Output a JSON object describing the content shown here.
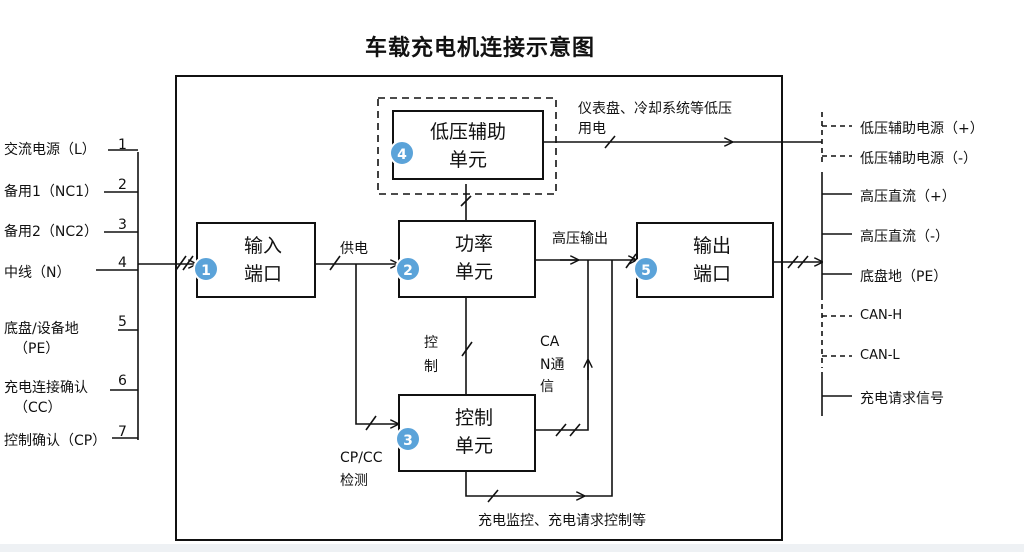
{
  "title": "车载充电机连接示意图",
  "left_pins": [
    {
      "label": "交流电源（L）",
      "num": "1"
    },
    {
      "label": "备用1（NC1）",
      "num": "2"
    },
    {
      "label": "备用2（NC2）",
      "num": "3"
    },
    {
      "label": "中线（N）",
      "num": "4"
    },
    {
      "label": "底盘/设备地",
      "label2": "（PE）",
      "num": "5"
    },
    {
      "label": "充电连接确认",
      "label2": "（CC）",
      "num": "6"
    },
    {
      "label": "控制确认（CP）",
      "num": "7"
    }
  ],
  "boxes": {
    "input": {
      "num": "1",
      "line1": "输入",
      "line2": "端口"
    },
    "power": {
      "num": "2",
      "line1": "功率",
      "line2": "单元"
    },
    "control": {
      "num": "3",
      "line1": "控制",
      "line2": "单元"
    },
    "lowvolt": {
      "num": "4",
      "line1": "低压辅助",
      "line2": "单元"
    },
    "output": {
      "num": "5",
      "line1": "输出",
      "line2": "端口"
    }
  },
  "labels": {
    "supply": "供电",
    "hv_out": "高压输出",
    "control_v1": "控",
    "control_v2": "制",
    "can1": "CA",
    "can2": "N通",
    "can3": "信",
    "cpcc1": "CP/CC",
    "cpcc2": "检测",
    "instrument1": "仪表盘、冷却系统等低压",
    "instrument2": "用电",
    "bottom": "充电监控、充电请求控制等"
  },
  "right_terms": [
    {
      "label": "低压辅助电源（+）",
      "style": "dashed"
    },
    {
      "label": "低压辅助电源（-）",
      "style": "dashed"
    },
    {
      "label": "高压直流（+）",
      "style": "solid"
    },
    {
      "label": "高压直流（-）",
      "style": "solid"
    },
    {
      "label": "底盘地（PE）",
      "style": "solid"
    },
    {
      "label": "CAN-H",
      "style": "dashed"
    },
    {
      "label": "CAN-L",
      "style": "dashed"
    },
    {
      "label": "充电请求信号",
      "style": "solid"
    }
  ]
}
